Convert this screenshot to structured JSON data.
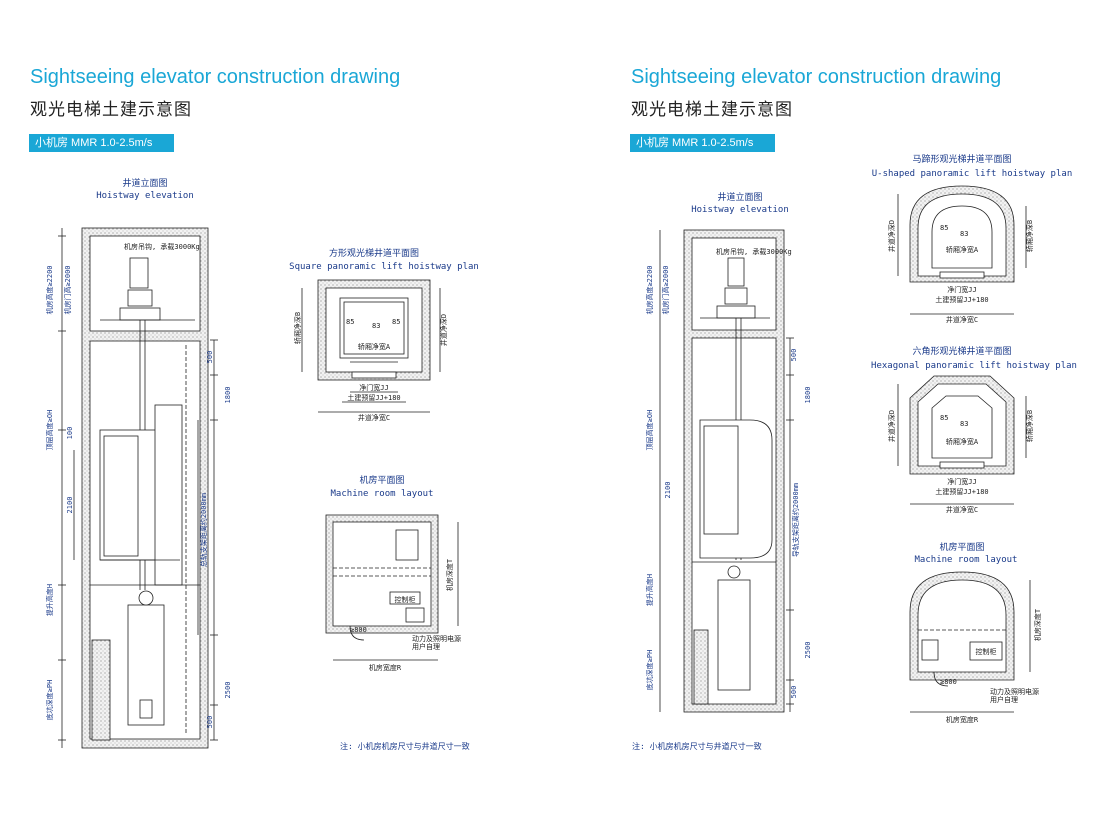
{
  "panels": [
    {
      "title_en": "Sightseeing elevator construction drawing",
      "title_cn": "观光电梯土建示意图",
      "badge": "小机房 MMR 1.0-2.5m/s",
      "elevation": {
        "title_cn": "井道立面图",
        "title_en": "Hoistway elevation",
        "hook_note": "机房吊钩, 承载3000Kg",
        "left_labels": [
          "机房高度≥2200",
          "机房门高≥2000",
          "顶层高度≥OH",
          "提升高度H",
          "底坑深度≥PH"
        ],
        "right_labels": [
          "总轨支架距离约2000mm"
        ],
        "dims": [
          "500",
          "1800",
          "100",
          "2100",
          "2500",
          "500"
        ]
      },
      "plan1": {
        "title_cn": "方形观光梯井道平面图",
        "title_en": "Square panoramic lift hoistway plan",
        "left_label": "轿厢净深B",
        "right_label": "井道净深D",
        "inner_label": "轿厢净宽A",
        "nums": [
          "85",
          "83",
          "85"
        ],
        "door_labels": [
          "净门宽JJ",
          "土建预留JJ+180",
          "井道净宽C"
        ]
      },
      "machine": {
        "title_cn": "机房平面图",
        "title_en": "Machine room layout",
        "cabinet": "控制柜",
        "door": "≥800",
        "right_label": "机房深度T",
        "bottom_label": "机房宽度R",
        "power_note": [
          "动力及照明电源",
          "用户自理"
        ]
      },
      "note": "注: 小机房机房尺寸与井道尺寸一致"
    },
    {
      "title_en": "Sightseeing elevator construction drawing",
      "title_cn": "观光电梯土建示意图",
      "badge": "小机房 MMR 1.0-2.5m/s",
      "elevation": {
        "title_cn": "井道立面图",
        "title_en": "Hoistway elevation",
        "hook_note": "机房吊钩, 承载3000Kg",
        "left_labels": [
          "机房高度≥2200",
          "机房门高≥2000",
          "顶层高度≥OH",
          "提升高度H",
          "底坑深度≥PH"
        ],
        "right_labels": [
          "导轨支架距离约2000mm"
        ],
        "dims": [
          "500",
          "1800",
          "2100",
          "2500",
          "500"
        ]
      },
      "plan_u": {
        "title_cn": "马蹄形观光梯井道平面图",
        "title_en": "U-shaped panoramic lift hoistway plan",
        "left_label": "井道净深D",
        "right_label": "轿厢净深B",
        "inner_label": "轿厢净宽A",
        "nums": [
          "85",
          "83"
        ],
        "door_labels": [
          "净门宽JJ",
          "土建预留JJ+180",
          "井道净宽C"
        ]
      },
      "plan_hex": {
        "title_cn": "六角形观光梯井道平面图",
        "title_en": "Hexagonal panoramic lift hoistway plan",
        "left_label": "井道净深D",
        "right_label": "轿厢净深B",
        "inner_label": "轿厢净宽A",
        "nums": [
          "85",
          "83"
        ],
        "door_labels": [
          "净门宽JJ",
          "土建预留JJ+180",
          "井道净宽C"
        ]
      },
      "machine": {
        "title_cn": "机房平面图",
        "title_en": "Machine room layout",
        "cabinet": "控制柜",
        "door": "≥800",
        "right_label": "机房深度T",
        "bottom_label": "机房宽度R",
        "power_note": [
          "动力及照明电源",
          "用户自理"
        ]
      },
      "note": "注: 小机房机房尺寸与井道尺寸一致"
    }
  ]
}
